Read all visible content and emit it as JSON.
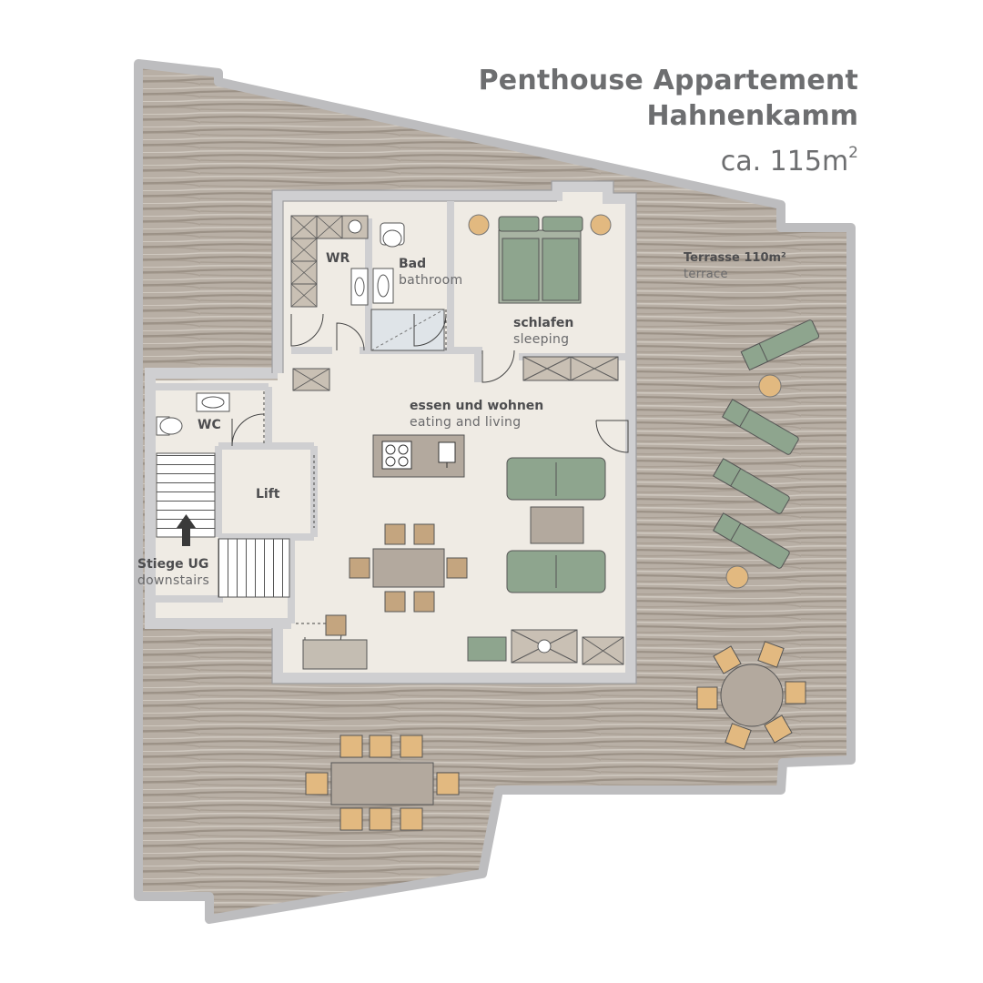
{
  "title": {
    "line1": "Penthouse Appartement",
    "line2": "Hahnenkamm",
    "area": "ca. 115m",
    "area_sup": "2"
  },
  "rooms": {
    "wr": "WR",
    "bad": "Bad",
    "bad_en": "bathroom",
    "schlafen": "schlafen",
    "schlafen_en": "sleeping",
    "essen": "essen und wohnen",
    "essen_en": "eating and living",
    "wc": "WC",
    "lift": "Lift",
    "stiege": "Stiege UG",
    "stiege_en": "downstairs",
    "terrasse": "Terrasse 110m²",
    "terrasse_en": "terrace"
  },
  "colors": {
    "deck": "#b3a99e",
    "deck_dark": "#8e8378",
    "wall": "#d3d3d5",
    "wall_edge": "#a9a9ab",
    "floor": "#efebe4",
    "sofa": "#8ea58e",
    "wood": "#c4a57f",
    "cushion": "#e2b980",
    "text": "#4d4d4f"
  },
  "icons": [
    "arrow-up-icon"
  ]
}
